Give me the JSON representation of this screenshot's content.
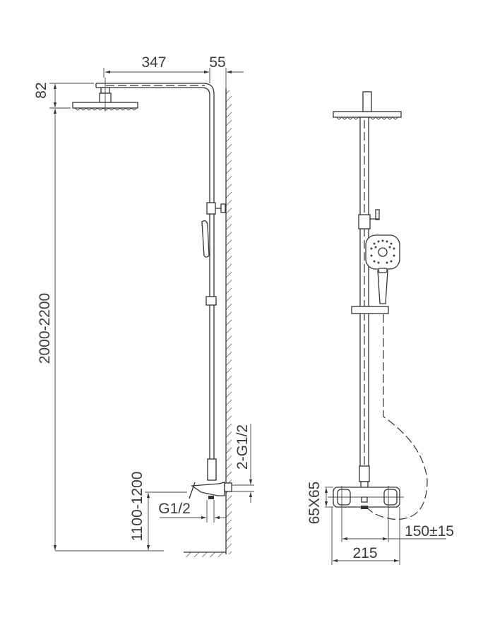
{
  "side_view": {
    "dim_arm_length": "347",
    "dim_wall_offset": "55",
    "dim_head_height": "82",
    "dim_total_height": "2000-2200",
    "dim_mixer_height": "1100-1200",
    "dim_inlet_thread": "G1/2",
    "dim_wall_inlets": "2-G1/2"
  },
  "front_view": {
    "dim_mixer_size": "65X65",
    "dim_inlet_centers": "150±15",
    "dim_mixer_width": "215"
  },
  "colors": {
    "line": "#333333",
    "background": "#ffffff"
  }
}
